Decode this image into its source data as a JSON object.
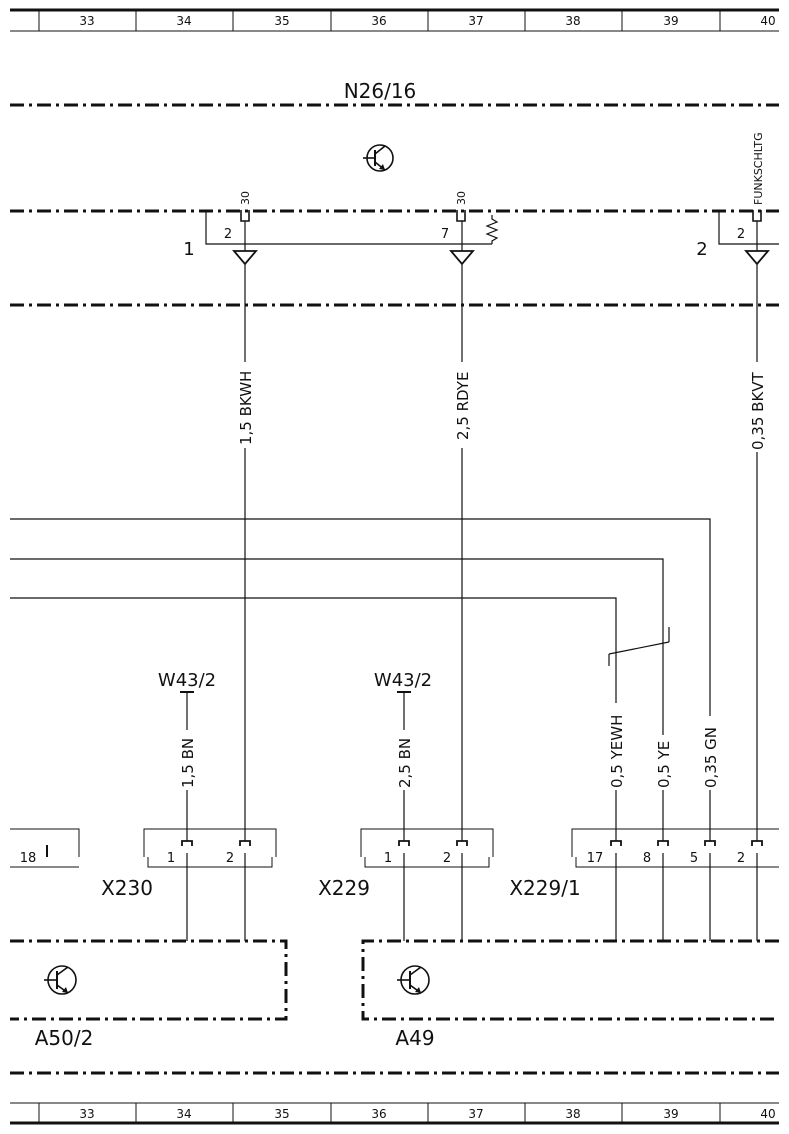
{
  "ruler": {
    "columns": [
      "33",
      "34",
      "35",
      "36",
      "37",
      "38",
      "39",
      "40"
    ]
  },
  "modules": {
    "n26": {
      "name": "N26/16",
      "pin_2": "2",
      "pin_7": "7",
      "pin_2b": "2",
      "term_30_a": "30",
      "term_30_b": "30",
      "term_funk": "FUNKSCHLTG",
      "group_1": "1",
      "group_2": "2"
    },
    "a50": {
      "name": "A50/2"
    },
    "a49": {
      "name": "A49"
    }
  },
  "wires": {
    "w1": "1,5 BKWH",
    "w2": "2,5 RDYE",
    "w3": "0,35 BKVT",
    "w4": "1,5 BN",
    "w5": "2,5 BN",
    "w6": "0,5 YEWH",
    "w7": "0,5 YE",
    "w8": "0,35 GN"
  },
  "grounds": {
    "g1": "W43/2",
    "g2": "W43/2"
  },
  "connectors": {
    "x230": {
      "name": "X230",
      "pins": [
        "1",
        "2"
      ]
    },
    "x229": {
      "name": "X229",
      "pins": [
        "1",
        "2"
      ]
    },
    "x229_1": {
      "name": "X229/1",
      "pins": [
        "17",
        "8",
        "5",
        "2"
      ]
    },
    "left_partial": {
      "pin": "18"
    }
  }
}
